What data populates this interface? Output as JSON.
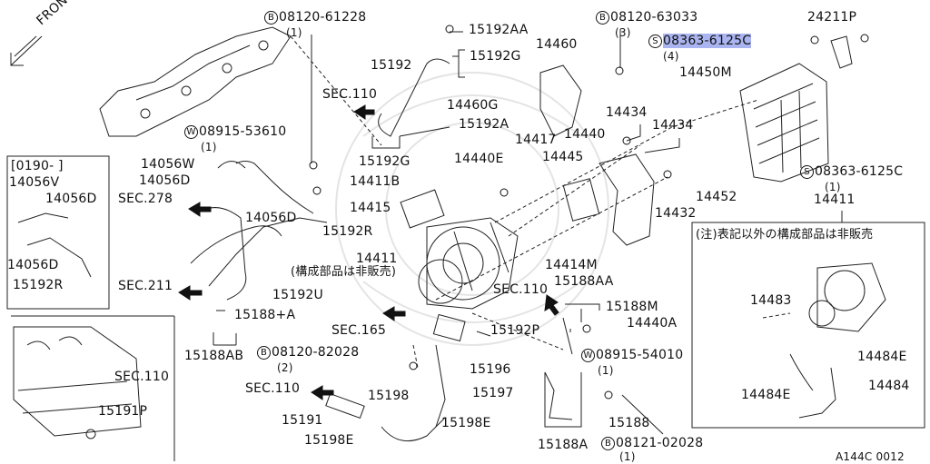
{
  "diagram": {
    "front": "FRONT",
    "figure_id": "A144C 0012",
    "highlight_color": "#aab4f0",
    "circle_symbols": {
      "B": "B",
      "W": "W",
      "S": "S"
    },
    "callouts": {
      "b_08120_61228": "08120-61228",
      "qty_b1": "(1)",
      "p15192AA": "15192AA",
      "p15192G_a": "15192G",
      "p15192": "15192",
      "sec110_a": "SEC.110",
      "p15192A": "15192A",
      "p14460G": "14460G",
      "p14460": "14460",
      "b_08120_63033": "08120-63033",
      "qty_b3": "(3)",
      "p24211P": "24211P",
      "s_08363_6125C_a": "08363-6125C",
      "qty_s4": "(4)",
      "p14450M": "14450M",
      "w_08915_53610": "08915-53610",
      "qty_w1": "(1)",
      "p15192G_b": "15192G",
      "p14417": "14417",
      "p14440E": "14440E",
      "p14434_a": "14434",
      "p14434_b": "14434",
      "p14440": "14440",
      "p14445": "14445",
      "s_08363_6125C_b": "08363-6125C",
      "qty_s1": "(1)",
      "p14452": "14452",
      "p14411_right": "14411",
      "inset_range": "[0190-    ]",
      "p14056V_a": "14056V",
      "p14056D_a": "14056D",
      "p14056D_b": "14056D",
      "p15192R_a": "15192R",
      "p14056W": "14056W",
      "p14056D_c": "14056D",
      "sec278": "SEC.278",
      "p14056D_d": "14056D",
      "p14411B": "14411B",
      "p14415": "14415",
      "p15192R_b": "15192R",
      "p14432": "14432",
      "note_not_sold_right": "(注)表記以外の構成部品は非販売",
      "p14411_center": "14411",
      "note_not_sold_center": "(構成部品は非販売)",
      "p14414M": "14414M",
      "p15188AA": "15188AA",
      "sec211": "SEC.211",
      "p15192U": "15192U",
      "sec110_b": "SEC.110",
      "p15188M": "15188M",
      "p14440A": "14440A",
      "p14483": "14483",
      "p15188A_plus": "15188+A",
      "sec165": "SEC.165",
      "p15192P": "15192P",
      "w_08915_54010": "08915-54010",
      "qty_w1b": "(1)",
      "p15188AB": "15188AB",
      "b_08120_82028": "08120-82028",
      "qty_b2": "(2)",
      "p15196": "15196",
      "p14484E_a": "14484E",
      "p14484E_b": "14484E",
      "p14484": "14484",
      "sec110_c": "SEC.110",
      "p15197": "15197",
      "sec110_d": "SEC.110",
      "p15198": "15198",
      "p15191": "15191",
      "p15198E_a": "15198E",
      "p15188": "15188",
      "p15198E_b": "15198E",
      "p15191P": "15191P",
      "p15188A": "15188A",
      "b_08121_02028": "08121-02028",
      "qty_b1b": "(1)"
    }
  }
}
